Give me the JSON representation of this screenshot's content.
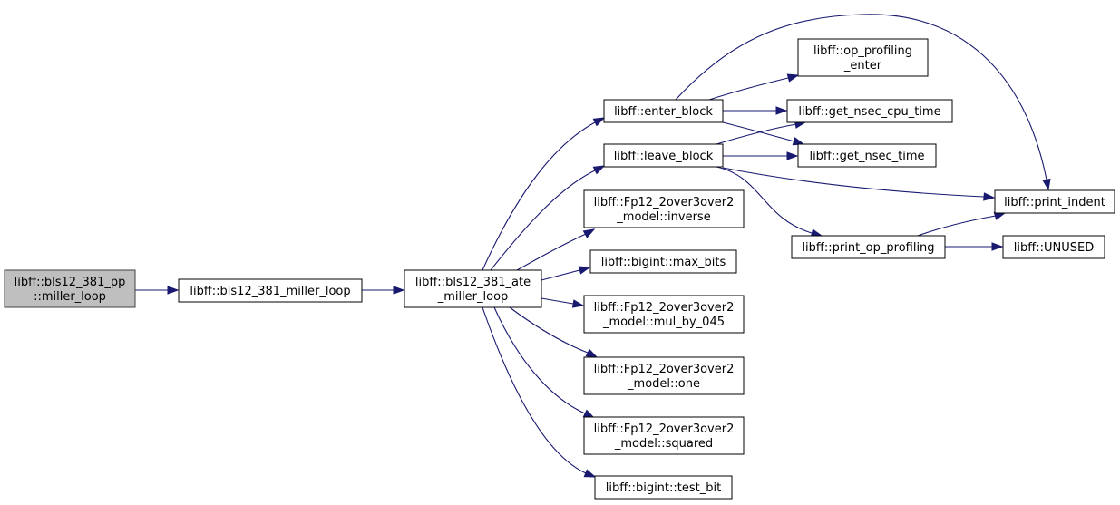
{
  "nodes": [
    {
      "id": "pp_miller_loop",
      "lines": [
        "libff::bls12_381_pp",
        "::miller_loop"
      ],
      "root": true
    },
    {
      "id": "miller_loop",
      "lines": [
        "libff::bls12_381_miller_loop"
      ]
    },
    {
      "id": "ate_miller_loop",
      "lines": [
        "libff::bls12_381_ate",
        "_miller_loop"
      ]
    },
    {
      "id": "enter_block",
      "lines": [
        "libff::enter_block"
      ]
    },
    {
      "id": "leave_block",
      "lines": [
        "libff::leave_block"
      ]
    },
    {
      "id": "inverse",
      "lines": [
        "libff::Fp12_2over3over2",
        "_model::inverse"
      ]
    },
    {
      "id": "max_bits",
      "lines": [
        "libff::bigint::max_bits"
      ]
    },
    {
      "id": "mul_by_045",
      "lines": [
        "libff::Fp12_2over3over2",
        "_model::mul_by_045"
      ]
    },
    {
      "id": "one",
      "lines": [
        "libff::Fp12_2over3over2",
        "_model::one"
      ]
    },
    {
      "id": "squared",
      "lines": [
        "libff::Fp12_2over3over2",
        "_model::squared"
      ]
    },
    {
      "id": "test_bit",
      "lines": [
        "libff::bigint::test_bit"
      ]
    },
    {
      "id": "op_profiling_enter",
      "lines": [
        "libff::op_profiling",
        "_enter"
      ]
    },
    {
      "id": "get_nsec_cpu_time",
      "lines": [
        "libff::get_nsec_cpu_time"
      ]
    },
    {
      "id": "get_nsec_time",
      "lines": [
        "libff::get_nsec_time"
      ]
    },
    {
      "id": "print_indent",
      "lines": [
        "libff::print_indent"
      ]
    },
    {
      "id": "print_op_profiling",
      "lines": [
        "libff::print_op_profiling"
      ]
    },
    {
      "id": "unused",
      "lines": [
        "libff::UNUSED"
      ]
    }
  ],
  "edges": [
    {
      "from": "pp_miller_loop",
      "to": "miller_loop"
    },
    {
      "from": "miller_loop",
      "to": "ate_miller_loop"
    },
    {
      "from": "ate_miller_loop",
      "to": "enter_block"
    },
    {
      "from": "ate_miller_loop",
      "to": "leave_block"
    },
    {
      "from": "ate_miller_loop",
      "to": "inverse"
    },
    {
      "from": "ate_miller_loop",
      "to": "max_bits"
    },
    {
      "from": "ate_miller_loop",
      "to": "mul_by_045"
    },
    {
      "from": "ate_miller_loop",
      "to": "one"
    },
    {
      "from": "ate_miller_loop",
      "to": "squared"
    },
    {
      "from": "ate_miller_loop",
      "to": "test_bit"
    },
    {
      "from": "enter_block",
      "to": "op_profiling_enter"
    },
    {
      "from": "enter_block",
      "to": "get_nsec_cpu_time"
    },
    {
      "from": "enter_block",
      "to": "get_nsec_time"
    },
    {
      "from": "enter_block",
      "to": "print_indent"
    },
    {
      "from": "leave_block",
      "to": "get_nsec_cpu_time"
    },
    {
      "from": "leave_block",
      "to": "get_nsec_time"
    },
    {
      "from": "leave_block",
      "to": "print_indent"
    },
    {
      "from": "leave_block",
      "to": "print_op_profiling"
    },
    {
      "from": "print_op_profiling",
      "to": "print_indent"
    },
    {
      "from": "print_op_profiling",
      "to": "unused"
    }
  ],
  "colors": {
    "edge": "#191970",
    "node_border": "#000000",
    "root_fill": "#bfbfbf"
  }
}
